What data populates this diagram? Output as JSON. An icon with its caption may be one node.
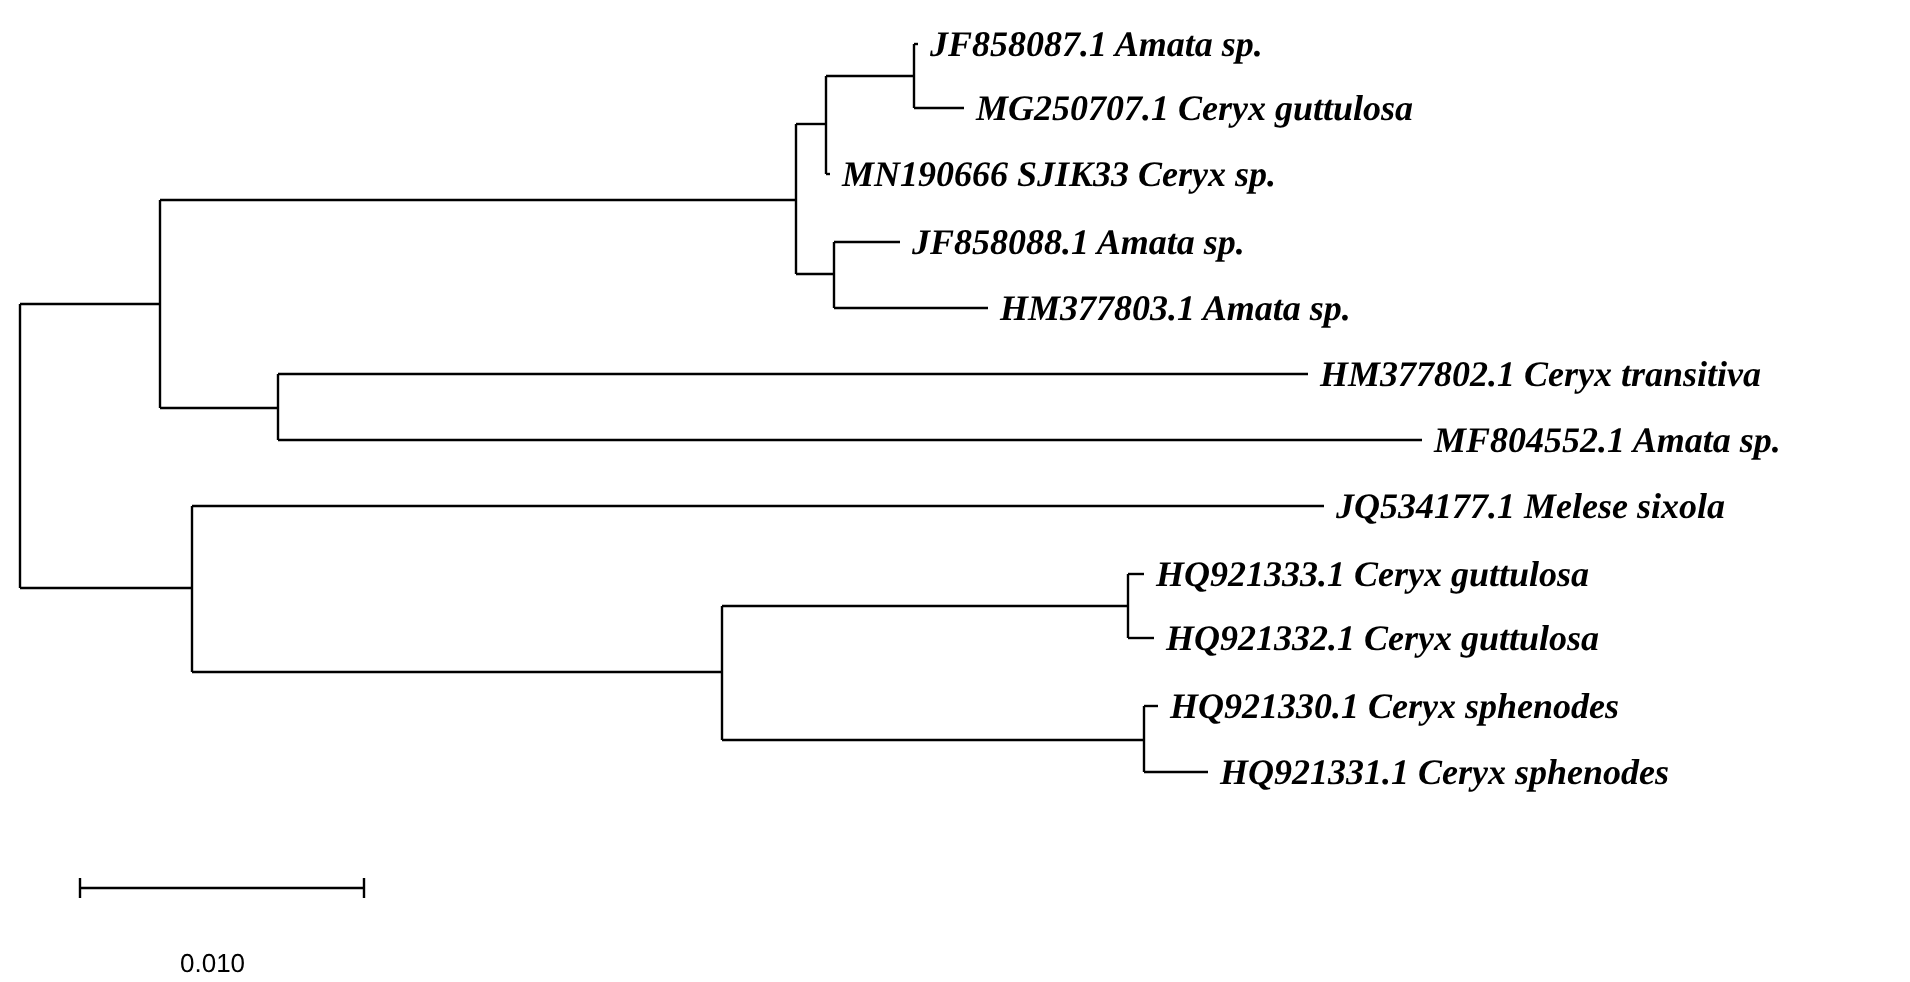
{
  "diagram": {
    "labels": [
      "JF858087.1 Amata sp.",
      "MG250707.1 Ceryx guttulosa",
      "MN190666 SJIK33 Ceryx sp.",
      "JF858088.1 Amata sp.",
      "HM377803.1 Amata sp.",
      "HM377802.1 Ceryx transitiva",
      "MF804552.1 Amata sp.",
      "JQ534177.1 Melese sixola",
      "HQ921333.1 Ceryx guttulosa",
      "HQ921332.1 Ceryx guttulosa",
      "HQ921330.1 Ceryx sphenodes",
      "HQ921331.1 Ceryx sphenodes",
      "0.010"
    ]
  }
}
